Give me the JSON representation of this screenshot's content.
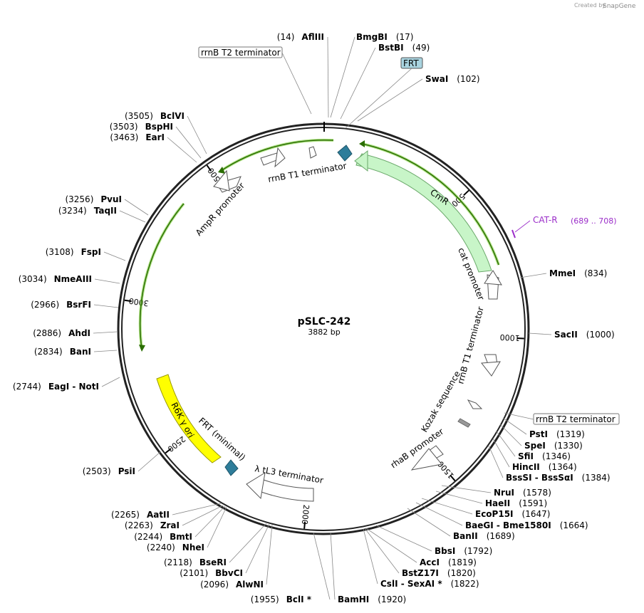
{
  "credit": {
    "prefix": "Created by",
    "brand": "SnapGene"
  },
  "plasmid": {
    "name": "pSLC-242",
    "size": "3882 bp"
  },
  "ticks": [
    "500",
    "1000",
    "1500",
    "2000",
    "2500",
    "3000",
    "3500"
  ],
  "sites": [
    {
      "name": "AflIII",
      "pos": "(14)"
    },
    {
      "name": "BmgBI",
      "pos": "(17)"
    },
    {
      "name": "BstBI",
      "pos": "(49)"
    },
    {
      "name": "SwaI",
      "pos": "(102)"
    },
    {
      "name": "MmeI",
      "pos": "(834)"
    },
    {
      "name": "SacII",
      "pos": "(1000)"
    },
    {
      "name": "PstI",
      "pos": "(1319)"
    },
    {
      "name": "SpeI",
      "pos": "(1330)"
    },
    {
      "name": "SfiI",
      "pos": "(1346)"
    },
    {
      "name": "HincII",
      "pos": "(1364)"
    },
    {
      "name": "BssSI - BssSαI",
      "pos": "(1384)"
    },
    {
      "name": "NruI",
      "pos": "(1578)"
    },
    {
      "name": "HaeII",
      "pos": "(1591)"
    },
    {
      "name": "EcoP15I",
      "pos": "(1647)"
    },
    {
      "name": "BaeGI - Bme1580I",
      "pos": "(1664)"
    },
    {
      "name": "BanII",
      "pos": "(1689)"
    },
    {
      "name": "BbsI",
      "pos": "(1792)"
    },
    {
      "name": "AccI",
      "pos": "(1819)"
    },
    {
      "name": "BstZ17I",
      "pos": "(1820)"
    },
    {
      "name": "CslI - SexAI *",
      "pos": "(1822)"
    },
    {
      "name": "BamHI",
      "pos": "(1920)"
    },
    {
      "name": "BclI *",
      "pos": "(1955)"
    },
    {
      "name": "AlwNI",
      "pos": "(2096)"
    },
    {
      "name": "BbvCI",
      "pos": "(2101)"
    },
    {
      "name": "BseRI",
      "pos": "(2118)"
    },
    {
      "name": "NheI",
      "pos": "(2240)"
    },
    {
      "name": "BmtI",
      "pos": "(2244)"
    },
    {
      "name": "ZraI",
      "pos": "(2263)"
    },
    {
      "name": "AatII",
      "pos": "(2265)"
    },
    {
      "name": "PsiI",
      "pos": "(2503)"
    },
    {
      "name": "EagI - NotI",
      "pos": "(2744)"
    },
    {
      "name": "BanI",
      "pos": "(2834)"
    },
    {
      "name": "AhdI",
      "pos": "(2886)"
    },
    {
      "name": "BsrFI",
      "pos": "(2966)"
    },
    {
      "name": "NmeAIII",
      "pos": "(3034)"
    },
    {
      "name": "FspI",
      "pos": "(3108)"
    },
    {
      "name": "TaqII",
      "pos": "(3234)"
    },
    {
      "name": "PvuI",
      "pos": "(3256)"
    },
    {
      "name": "EarI",
      "pos": "(3463)"
    },
    {
      "name": "BspHI",
      "pos": "(3503)"
    },
    {
      "name": "BclVI",
      "pos": "(3505)"
    }
  ],
  "features": {
    "cmr": "CmR",
    "cat_promoter": "cat promoter",
    "rrnb_t1_top": "rrnB T1 terminator",
    "rrnb_t1_right": "rrnB T1 terminator",
    "kozak": "Kozak sequence",
    "rhab": "rhaB promoter",
    "tl3": "λ tL3 terminator",
    "frt_min": "FRT (minimal)",
    "r6k": "R6K γ ori",
    "ampr_promoter": "AmpR promoter",
    "rrnb_t2_top": "rrnB T2 terminator",
    "rrnb_t2_right": "rrnB T2 terminator",
    "frt_box": "FRT"
  },
  "primer": {
    "name": "CAT-R",
    "range": "(689 .. 708)",
    "color": "#9b2ec9"
  },
  "colors": {
    "cmr_fill": "#c8f5c8",
    "r6k_fill": "#ffff00",
    "frt_fill": "#2e7d9a",
    "frt_box_fill": "#a9d4e0",
    "highlight": "#7fd13b"
  }
}
